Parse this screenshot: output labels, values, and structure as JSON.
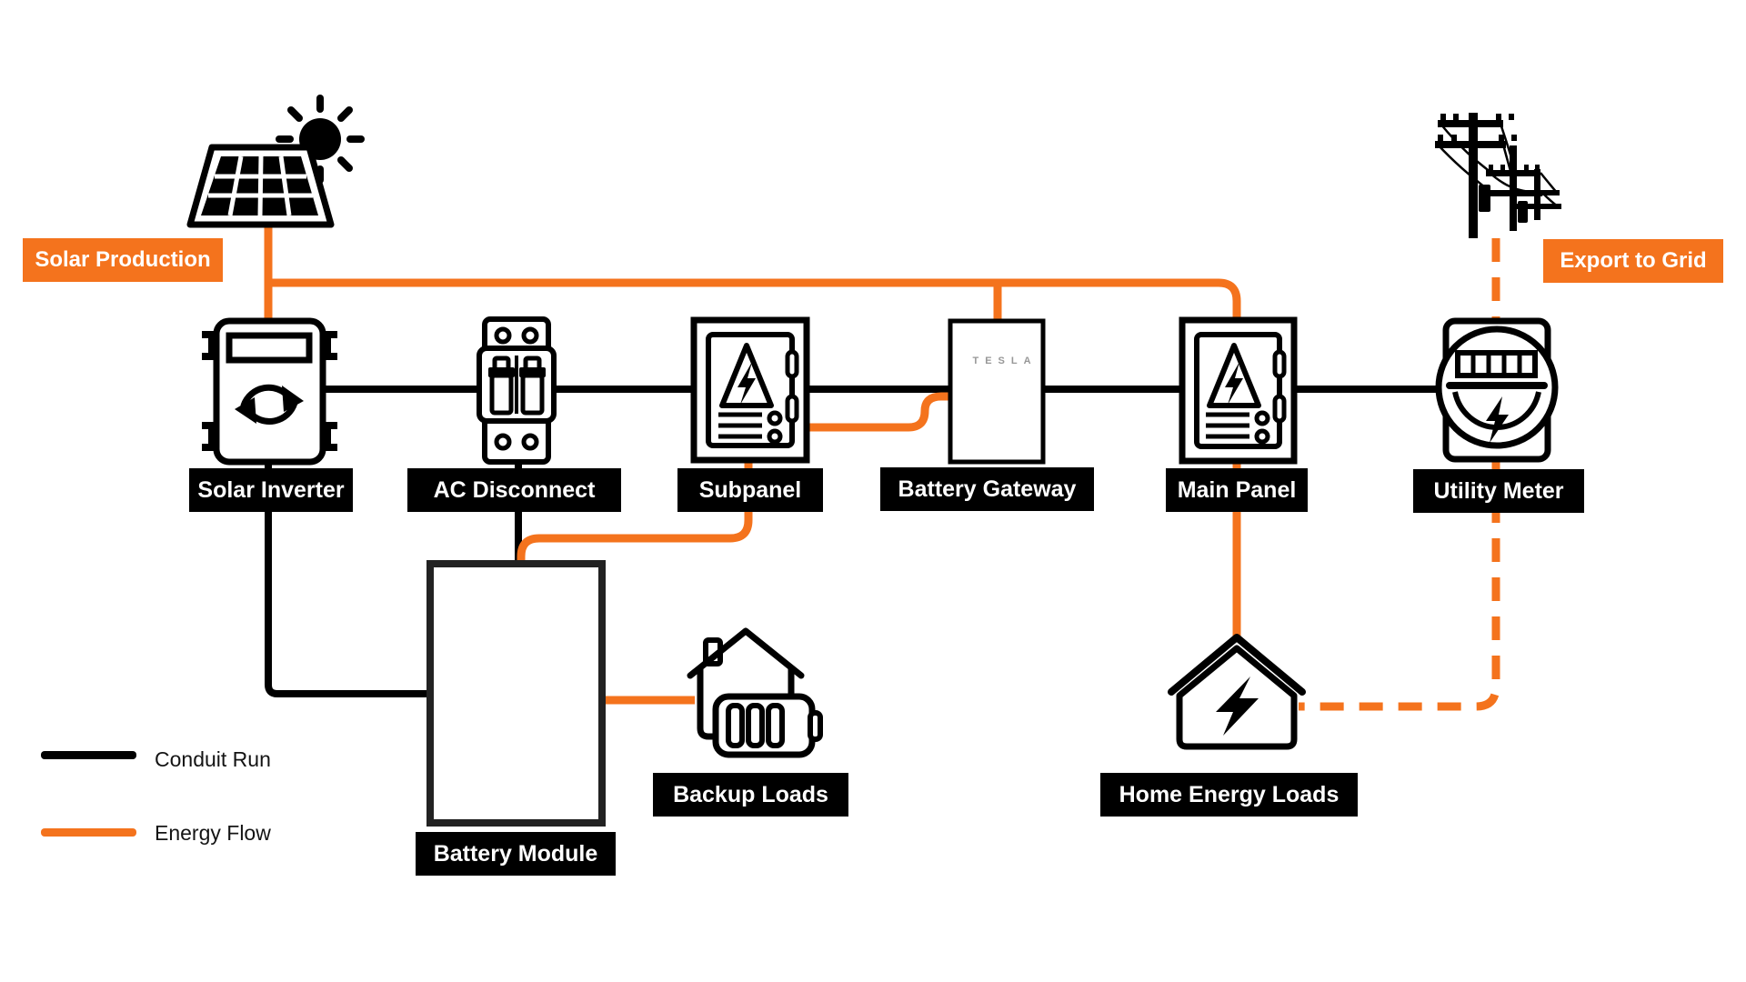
{
  "colors": {
    "accent_orange": "#F4731D",
    "conduit_black": "#000000",
    "label_bg": "#000000",
    "label_text": "#FFFFFF",
    "brand_gray": "#979797"
  },
  "flows": [
    {
      "id": "solar-production",
      "text": "Solar Production"
    },
    {
      "id": "export-to-grid",
      "text": "Export to Grid"
    }
  ],
  "nodes": [
    {
      "id": "solar-inverter",
      "label": "Solar Inverter"
    },
    {
      "id": "ac-disconnect",
      "label": "AC Disconnect"
    },
    {
      "id": "subpanel",
      "label": "Subpanel"
    },
    {
      "id": "battery-gateway",
      "label": "Battery Gateway"
    },
    {
      "id": "main-panel",
      "label": "Main Panel"
    },
    {
      "id": "utility-meter",
      "label": "Utility Meter"
    },
    {
      "id": "battery-module",
      "label": "Battery Module"
    },
    {
      "id": "backup-loads",
      "label": "Backup Loads"
    },
    {
      "id": "home-energy-loads",
      "label": "Home Energy Loads"
    }
  ],
  "brand": "TESLA",
  "legend": [
    {
      "label": "Conduit Run",
      "color": "#000000",
      "style": "solid"
    },
    {
      "label": "Energy Flow",
      "color": "#F4731D",
      "style": "solid"
    }
  ]
}
